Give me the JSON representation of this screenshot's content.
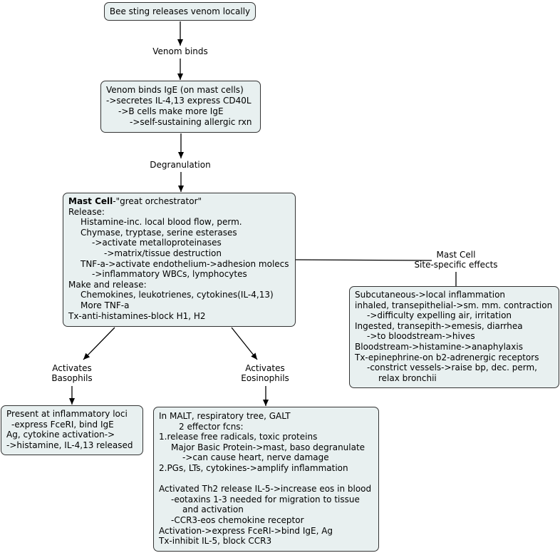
{
  "colors": {
    "node_fill": "#e8f0f0",
    "node_border": "#333333",
    "connector": "#000000",
    "text": "#000000"
  },
  "nodes": {
    "sting": {
      "text": "Bee sting releases venom locally"
    },
    "venom_ige": {
      "lines": [
        "Venom binds IgE (on mast cells)",
        "->secretes IL-4,13 express CD40L",
        "->B cells make more IgE",
        "->self-sustaining allergic rxn"
      ]
    },
    "mast_cell": {
      "title_bold": "Mast Cell",
      "title_rest": "-\"great orchestrator\"",
      "lines": [
        "Release:",
        "Histamine-inc. local blood flow, perm.",
        "Chymase, tryptase, serine esterases",
        "->activate metalloproteinases",
        "->matrix/tissue destruction",
        "TNF-a->activate endothelium->adhesion molecs",
        "->inflammatory WBCs, lymphocytes",
        "Make and release:",
        "Chemokines, leukotrienes, cytokines(IL-4,13)",
        "More TNF-a",
        "Tx-anti-histamines-block H1, H2"
      ]
    },
    "site_effects": {
      "lines": [
        "Subcutaneous->local inflammation",
        "inhaled, transepithelial->sm. mm. contraction",
        "->difficulty expelling air, irritation",
        "Ingested, transepith->emesis, diarrhea",
        "->to bloodstream->hives",
        "Bloodstream->histamine->anaphylaxis",
        "Tx-epinephrine-on b2-adrenergic receptors",
        "-constrict vessels->raise bp, dec. perm,",
        "relax bronchii"
      ]
    },
    "basophils": {
      "lines": [
        "Present at inflammatory loci",
        "-express FceRI, bind IgE",
        "Ag, cytokine activation->",
        "->histamine, IL-4,13 released"
      ]
    },
    "eosinophils": {
      "lines": [
        "In MALT, respiratory tree, GALT",
        "2 effector fcns:",
        "1.release free radicals, toxic proteins",
        "Major Basic Protein->mast, baso degranulate",
        "->can cause heart, nerve damage",
        "2.PGs, LTs, cytokines->amplify inflammation",
        "Activated Th2 release IL-5->increase eos in blood",
        "-eotaxins 1-3 needed for migration to tissue",
        "and activation",
        "-CCR3-eos chemokine receptor",
        "Activation->express FceRI->bind IgE, Ag",
        "Tx-inhibit IL-5, block CCR3"
      ]
    }
  },
  "links": {
    "venom_binds": "Venom binds",
    "degranulation": "Degranulation",
    "site_specific": [
      "Mast Cell",
      "Site-specific effects"
    ],
    "activates_basophils": [
      "Activates",
      "Basophils"
    ],
    "activates_eosinophils": [
      "Activates",
      "Eosinophils"
    ]
  }
}
